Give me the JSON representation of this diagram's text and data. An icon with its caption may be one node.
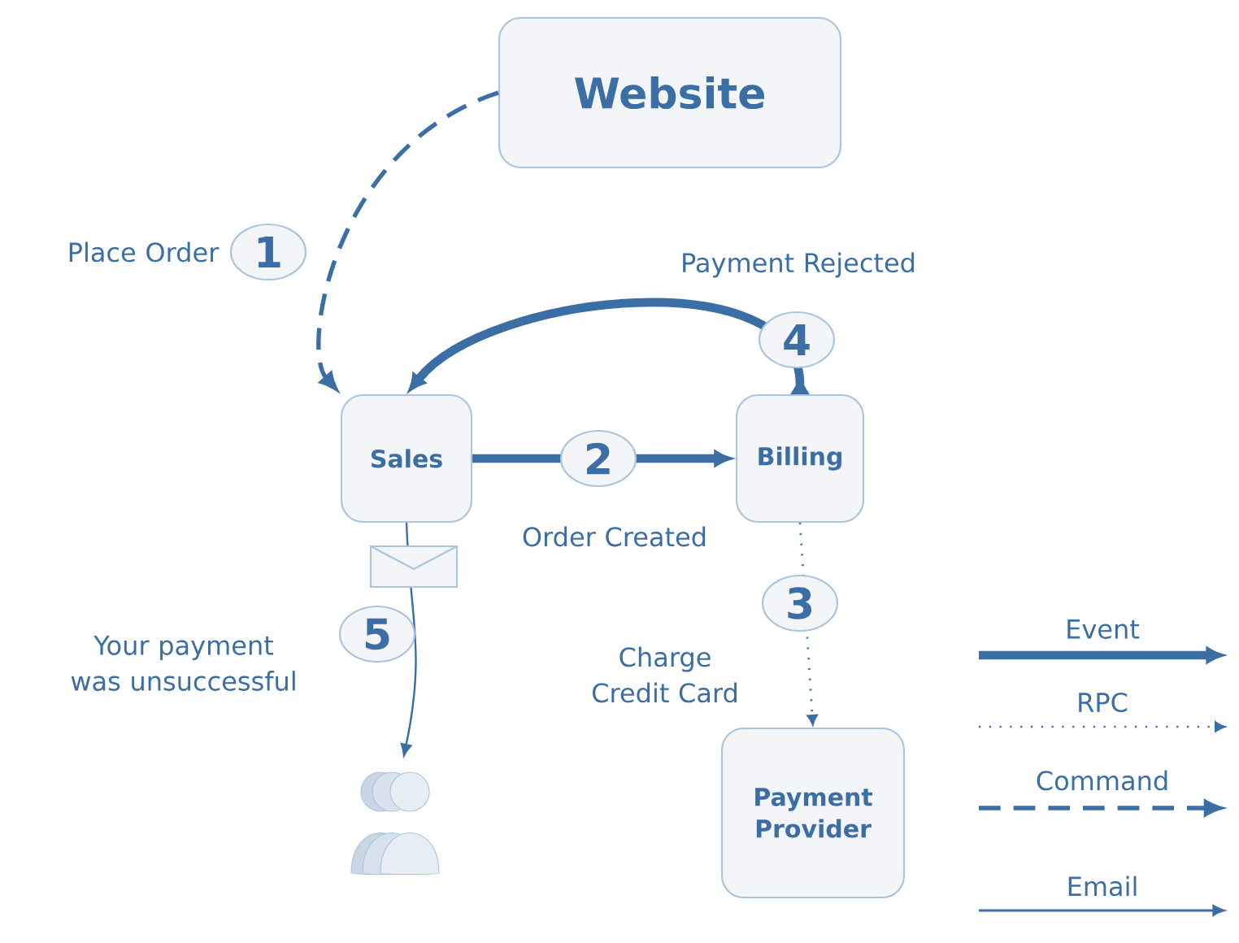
{
  "diagram": {
    "nodes": [
      {
        "text": [
          "Website"
        ]
      },
      {
        "text": [
          "Sales"
        ]
      },
      {
        "text": [
          "Billing"
        ]
      },
      {
        "text": [
          "Payment Provider"
        ]
      },
      {
        "text": [],
        "shape": "person"
      }
    ],
    "edges": [
      {
        "from": 0,
        "to": 1,
        "arrow": "to",
        "style": "dashed",
        "label": "Place Order"
      },
      {
        "from": 1,
        "to": 2,
        "arrow": "to",
        "style": "thick",
        "label": "Order Created"
      },
      {
        "from": 2,
        "to": 3,
        "arrow": "to",
        "style": "dashed",
        "label": "Charge Credit Card"
      },
      {
        "from": 2,
        "to": 1,
        "arrow": "both",
        "style": "thick",
        "label": "Payment Rejected"
      },
      {
        "from": 1,
        "to": 4,
        "arrow": "to",
        "label": "Your payment was unsuccessful"
      }
    ],
    "labels": [
      "1",
      "2",
      "3",
      "4",
      "5"
    ],
    "legend": [
      {
        "text": "Event"
      },
      {
        "text": "RPC"
      },
      {
        "text": "Command"
      },
      {
        "text": "Email"
      }
    ]
  }
}
